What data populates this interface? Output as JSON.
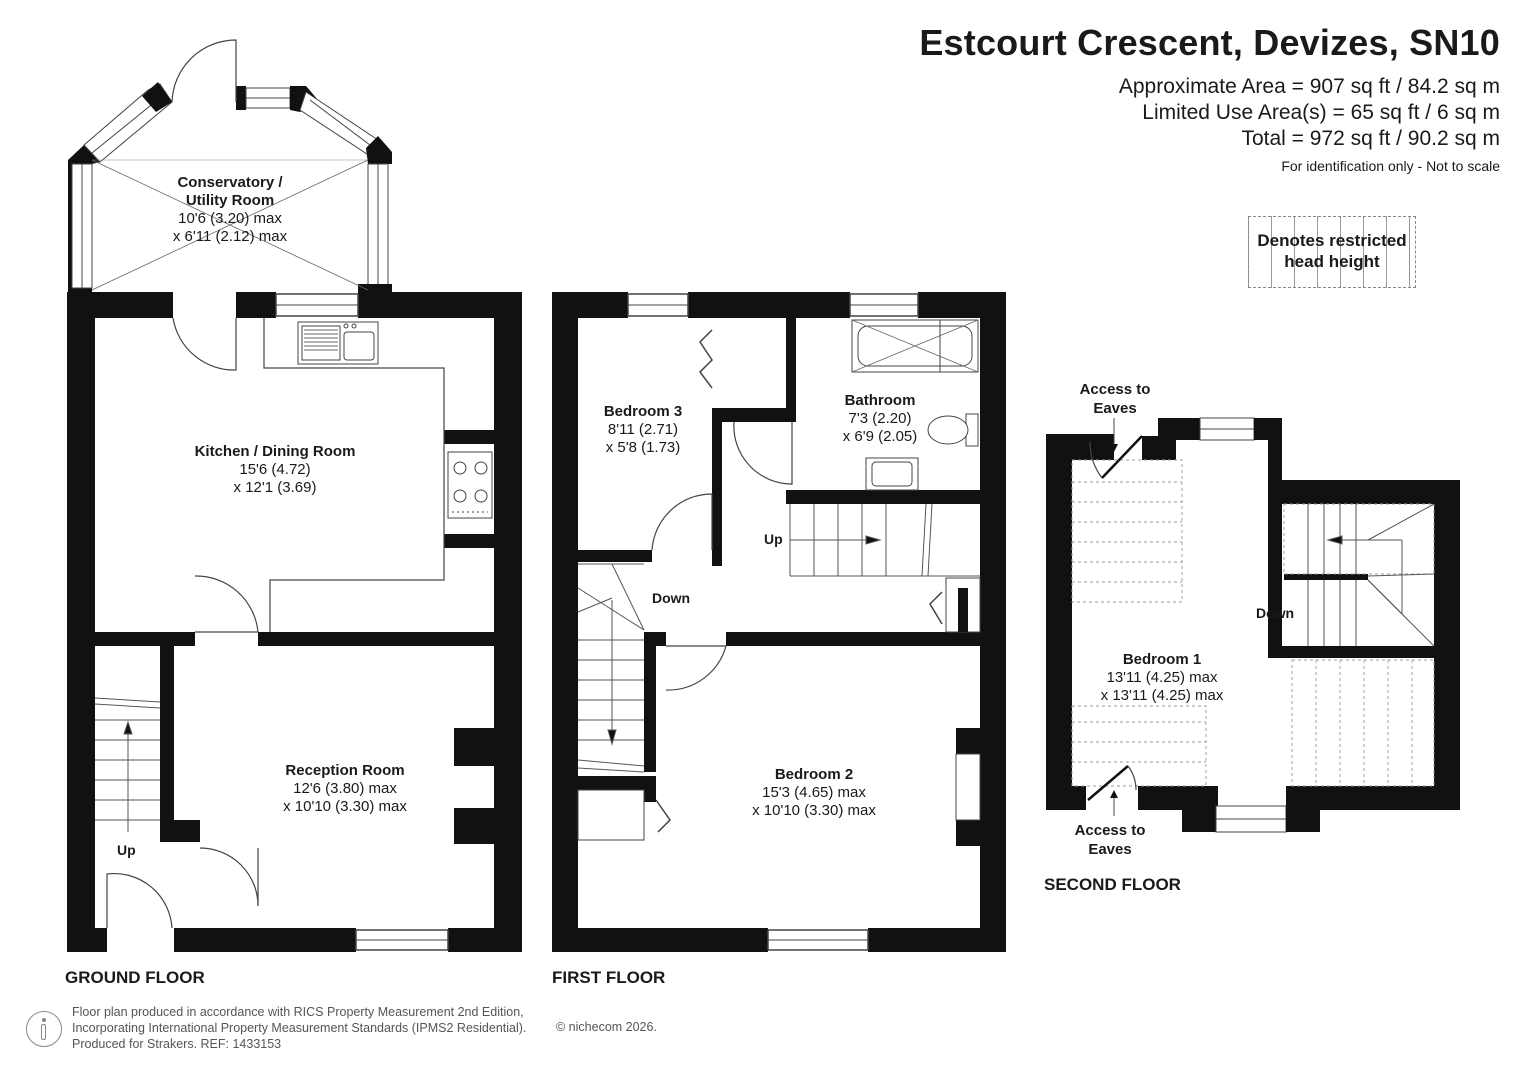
{
  "header": {
    "title": "Estcourt Crescent, Devizes, SN10",
    "approx_area": "Approximate Area = 907 sq ft / 84.2 sq m",
    "limited_use": "Limited Use Area(s) = 65 sq ft / 6 sq m",
    "total": "Total = 972 sq ft / 90.2 sq m",
    "note": "For identification only - Not to scale"
  },
  "legend": {
    "line1": "Denotes restricted",
    "line2": "head height"
  },
  "floors": {
    "ground": "GROUND FLOOR",
    "first": "FIRST FLOOR",
    "second": "SECOND FLOOR"
  },
  "rooms": {
    "conservatory": {
      "name1": "Conservatory /",
      "name2": "Utility Room",
      "dim1": "10'6 (3.20) max",
      "dim2": "x 6'11 (2.12) max"
    },
    "kitchen": {
      "name": "Kitchen / Dining Room",
      "dim1": "15'6 (4.72)",
      "dim2": "x 12'1 (3.69)"
    },
    "reception": {
      "name": "Reception Room",
      "dim1": "12'6 (3.80) max",
      "dim2": "x 10'10 (3.30) max"
    },
    "bedroom3": {
      "name": "Bedroom 3",
      "dim1": "8'11 (2.71)",
      "dim2": "x 5'8 (1.73)"
    },
    "bathroom": {
      "name": "Bathroom",
      "dim1": "7'3 (2.20)",
      "dim2": "x 6'9 (2.05)"
    },
    "bedroom2": {
      "name": "Bedroom 2",
      "dim1": "15'3 (4.65) max",
      "dim2": "x 10'10 (3.30) max"
    },
    "bedroom1": {
      "name": "Bedroom 1",
      "dim1": "13'11 (4.25) max",
      "dim2": "x 13'11 (4.25) max"
    }
  },
  "labels": {
    "up_ground": "Up",
    "up_first": "Up",
    "down_first": "Down",
    "down_second": "Down",
    "eaves_top_1": "Access to",
    "eaves_top_2": "Eaves",
    "eaves_bottom_1": "Access to",
    "eaves_bottom_2": "Eaves"
  },
  "footer": {
    "line1": "Floor plan produced in accordance with RICS Property Measurement 2nd Edition,",
    "line2": "Incorporating International Property Measurement Standards (IPMS2 Residential).",
    "line3": "Produced for Strakers.   REF: 1433153",
    "copyright": "© nichecom 2026."
  },
  "colors": {
    "wall": "#111111",
    "line": "#444444",
    "restricted": "#999999"
  },
  "icons": [
    "person-logo-icon",
    "sink-icon",
    "hob-icon",
    "bath-icon",
    "toilet-icon",
    "basin-icon"
  ]
}
